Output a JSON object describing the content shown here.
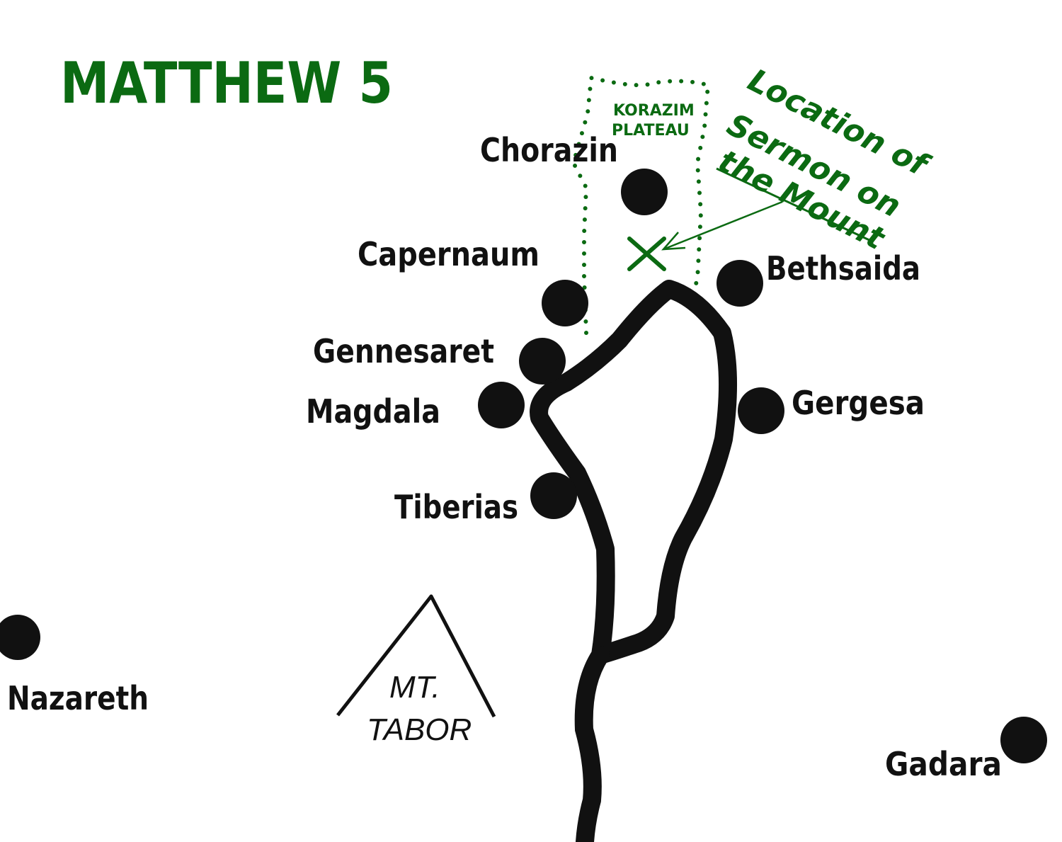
{
  "title": "MATTHEW 5",
  "colors": {
    "accent": "#0b6a12",
    "ink": "#111111",
    "background": "#ffffff"
  },
  "plateau": {
    "line1": "KORAZIM",
    "line2": "PLATEAU"
  },
  "annotation": {
    "line1": "Location of",
    "line2": "Sermon on",
    "line3": "the Mount",
    "marker_icon": "x-mark"
  },
  "mountain": {
    "line1": "MT.",
    "line2": "TABOR"
  },
  "cities": [
    {
      "name": "Chorazin"
    },
    {
      "name": "Capernaum"
    },
    {
      "name": "Bethsaida"
    },
    {
      "name": "Gennesaret"
    },
    {
      "name": "Magdala"
    },
    {
      "name": "Gergesa"
    },
    {
      "name": "Tiberias"
    },
    {
      "name": "Nazareth"
    },
    {
      "name": "Gadara"
    }
  ]
}
